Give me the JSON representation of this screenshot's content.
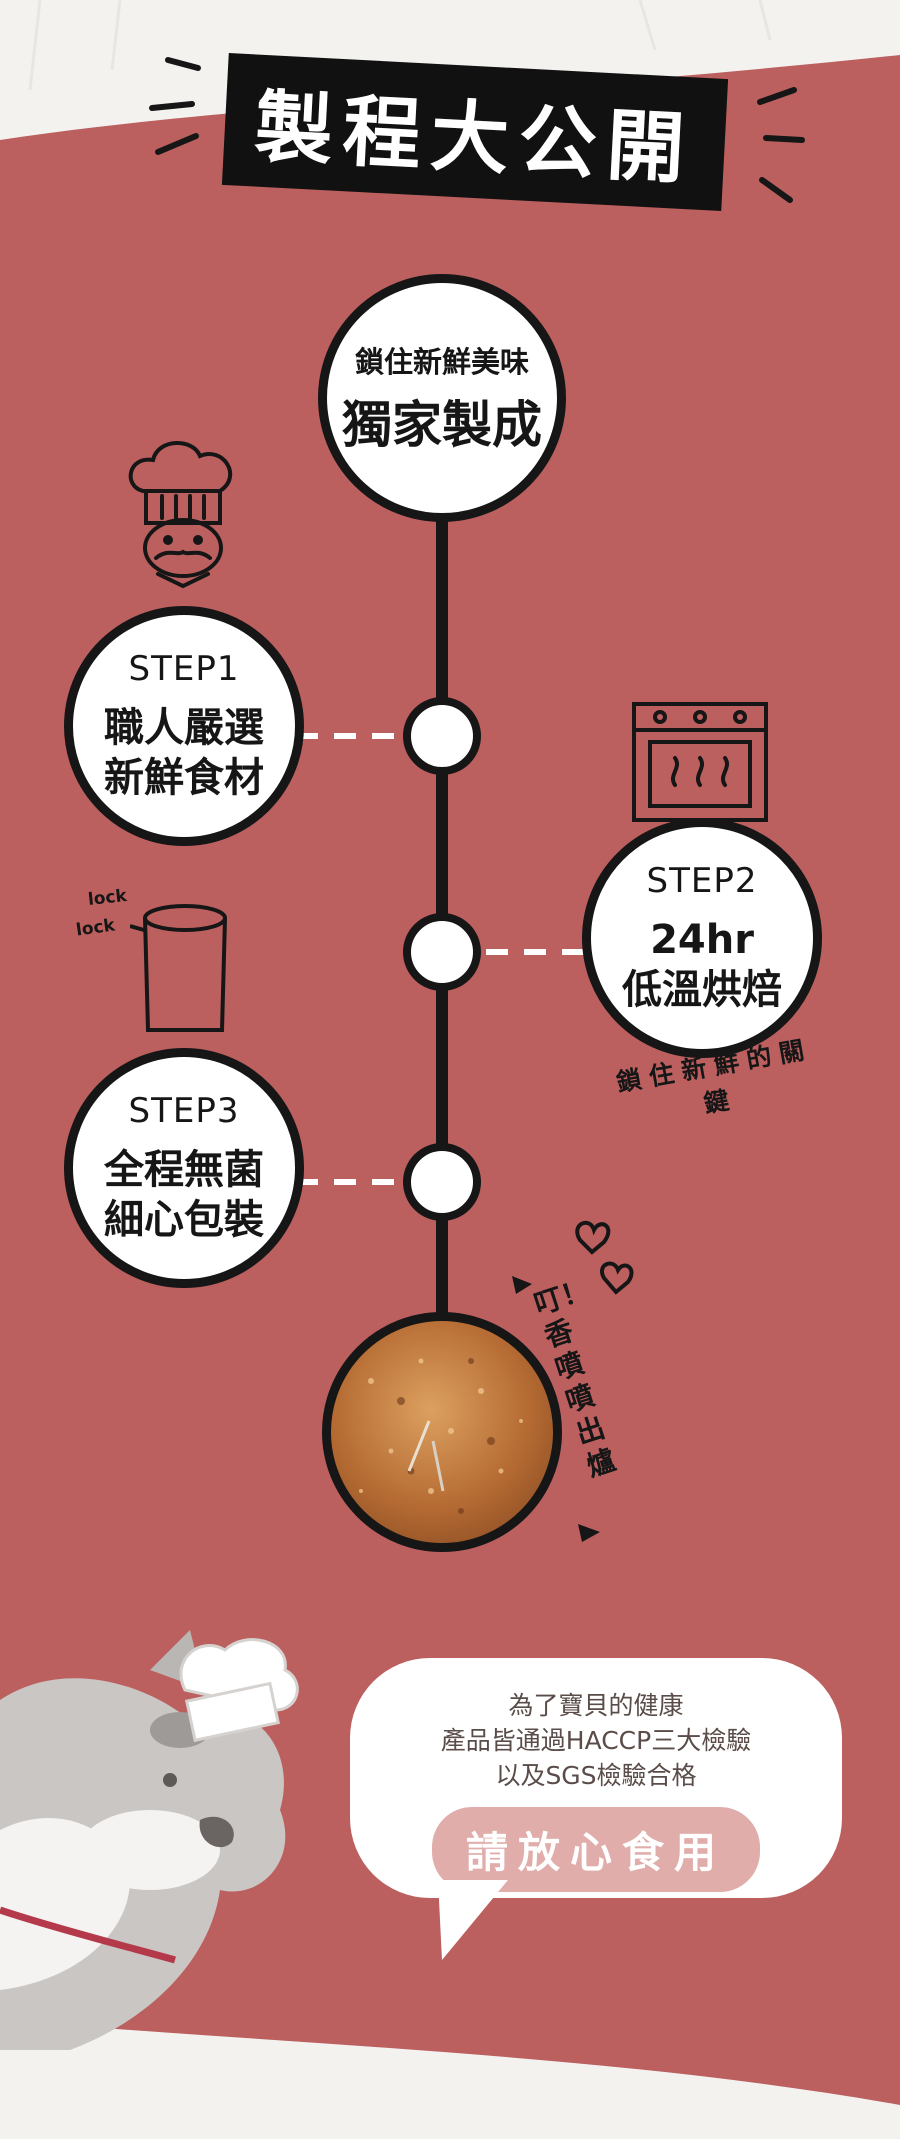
{
  "title": "製程大公開",
  "hero": {
    "line1": "鎖住新鮮美味",
    "line2": "獨家製成"
  },
  "steps": [
    {
      "label": "STEP1",
      "line1": "職人嚴選",
      "line2": "新鮮食材"
    },
    {
      "label": "STEP2",
      "line1": "24hr",
      "line2": "低溫烘焙"
    },
    {
      "label": "STEP3",
      "line1": "全程無菌",
      "line2": "細心包裝"
    }
  ],
  "step2_note": "鎖住新鮮的關鍵",
  "lock_words": [
    "lock",
    "lock"
  ],
  "final_note": "叮！香噴噴出爐",
  "bubble": {
    "line1": "為了寶貝的健康",
    "line2": "產品皆通過HACCP三大檢驗",
    "line3": "以及SGS檢驗合格",
    "cta": "請放心食用"
  },
  "colors": {
    "background_red": "#bc5f5f",
    "ink": "#161616",
    "pill_pink": "#e0adaa"
  }
}
